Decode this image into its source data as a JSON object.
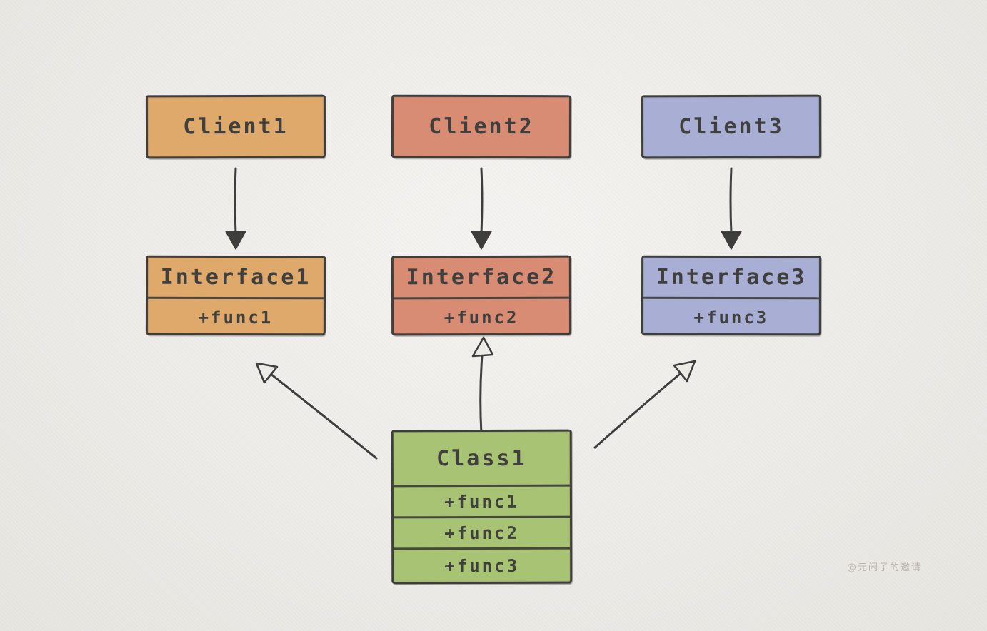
{
  "diagram": {
    "title_hint": "Interface Segregation Principle sketch diagram",
    "clients": [
      {
        "label": "Client1",
        "fill": "#DEA96B"
      },
      {
        "label": "Client2",
        "fill": "#D88C73"
      },
      {
        "label": "Client3",
        "fill": "#A8AED4"
      }
    ],
    "interfaces": [
      {
        "title": "Interface1",
        "method": "+func1",
        "fill": "#DEA96B"
      },
      {
        "title": "Interface2",
        "method": "+func2",
        "fill": "#D88C73"
      },
      {
        "title": "Interface3",
        "method": "+func3",
        "fill": "#A8AED4"
      }
    ],
    "class1": {
      "title": "Class1",
      "methods": [
        "+func1",
        "+func2",
        "+func3"
      ],
      "fill": "#A8C373"
    },
    "relations": [
      {
        "from": "Client1",
        "to": "Interface1",
        "type": "dependency",
        "head": "filled-arrow"
      },
      {
        "from": "Client2",
        "to": "Interface2",
        "type": "dependency",
        "head": "filled-arrow"
      },
      {
        "from": "Client3",
        "to": "Interface3",
        "type": "dependency",
        "head": "filled-arrow"
      },
      {
        "from": "Class1",
        "to": "Interface1",
        "type": "realization",
        "head": "hollow-triangle"
      },
      {
        "from": "Class1",
        "to": "Interface2",
        "type": "realization",
        "head": "hollow-triangle"
      },
      {
        "from": "Class1",
        "to": "Interface3",
        "type": "realization",
        "head": "hollow-triangle"
      }
    ],
    "watermark": "@元闲子的邀请"
  },
  "colors": {
    "background": "#ECEAE5",
    "stroke": "#3E3E3C",
    "text": "#3F3F3D",
    "orange": "#DEA96B",
    "salmon": "#D88C73",
    "blue": "#A8AED4",
    "green": "#A8C373",
    "watermark": "#BAB6AE"
  }
}
